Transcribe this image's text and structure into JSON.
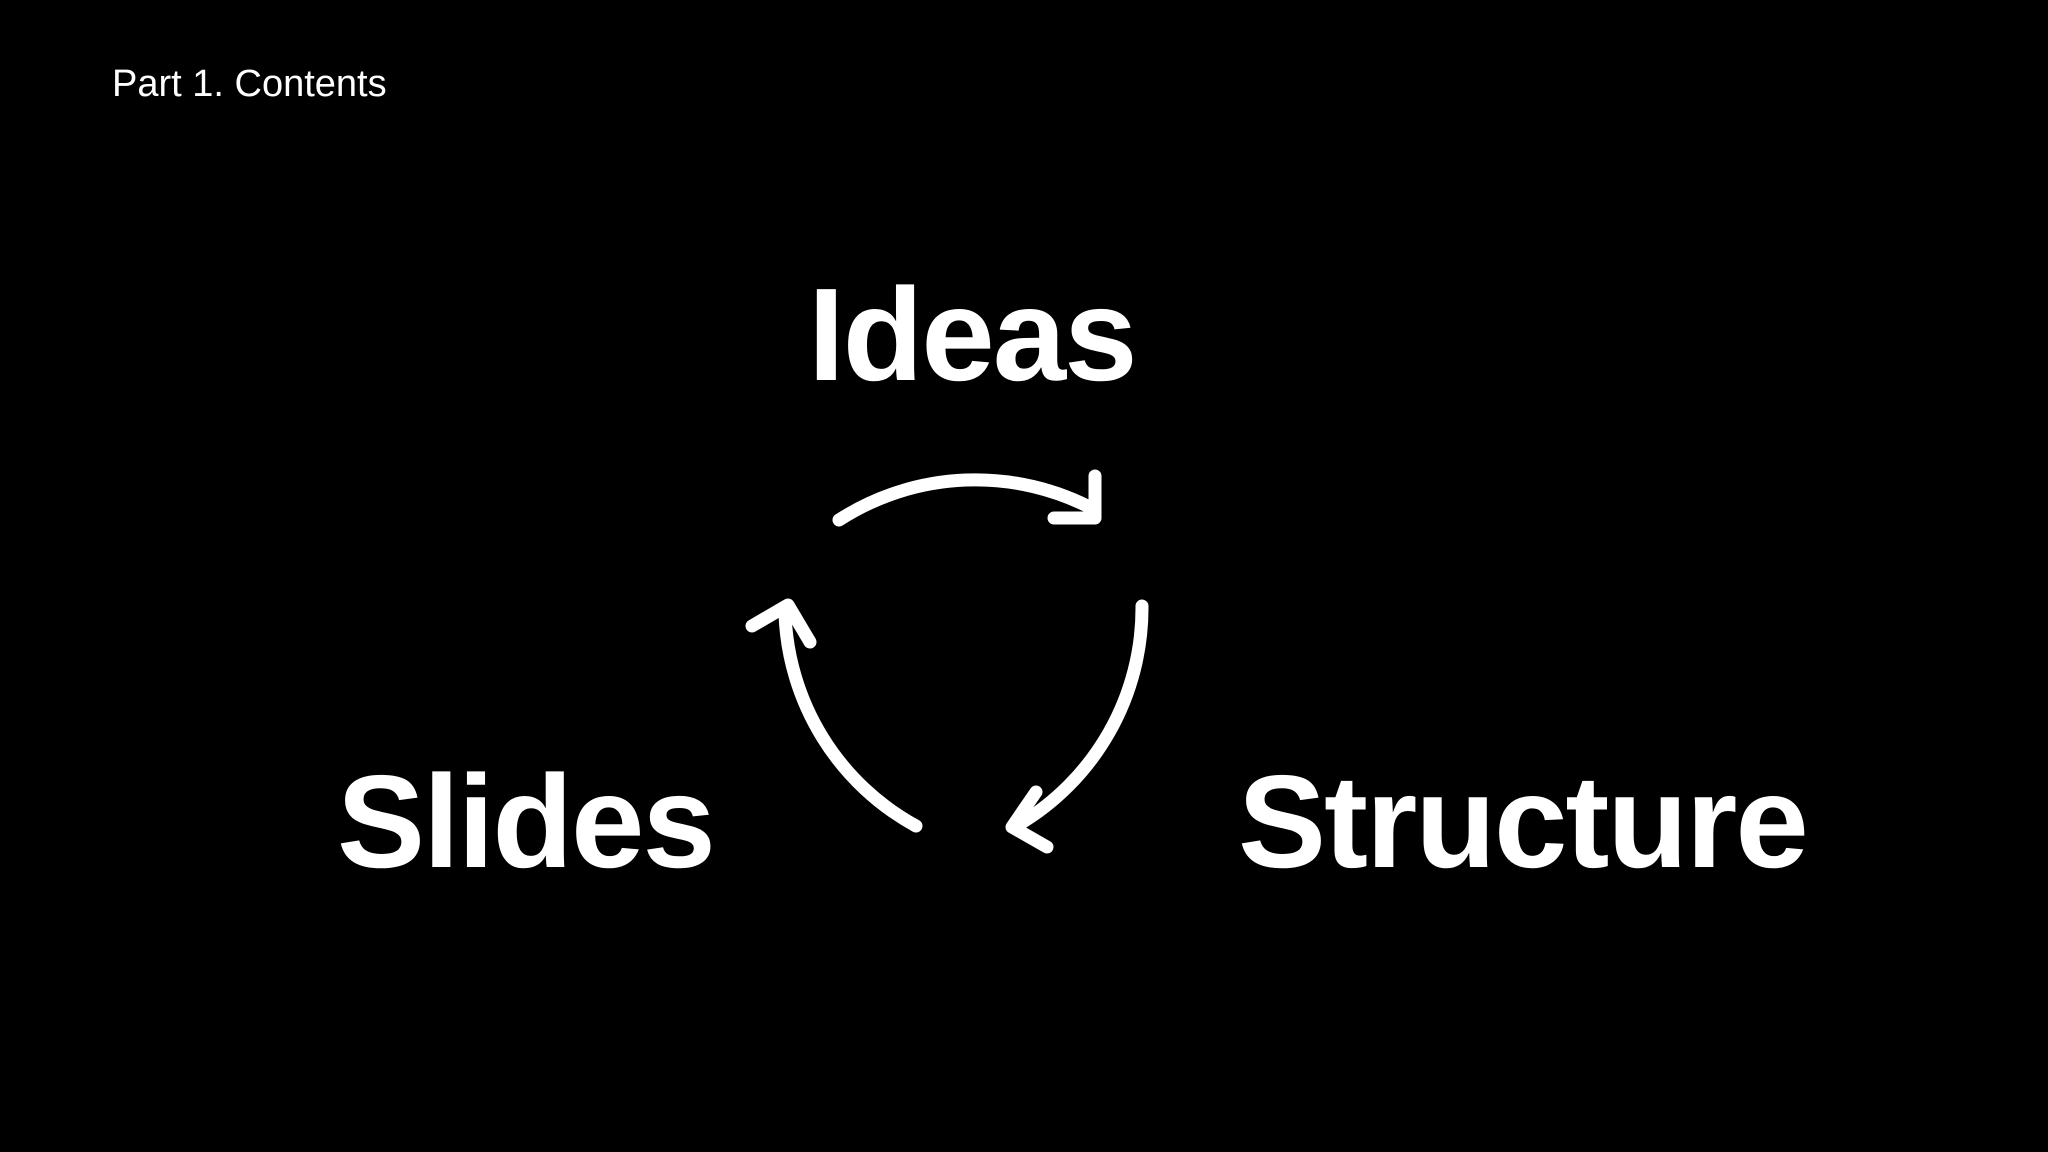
{
  "slide": {
    "section_label": "Part 1. Contents",
    "background_color": "#000000",
    "foreground_color": "#ffffff"
  },
  "cycle": {
    "nodes": [
      {
        "id": "ideas",
        "label": "Ideas"
      },
      {
        "id": "structure",
        "label": "Structure"
      },
      {
        "id": "slides",
        "label": "Slides"
      }
    ],
    "flow": [
      "ideas -> structure",
      "structure -> slides",
      "slides -> ideas"
    ]
  }
}
